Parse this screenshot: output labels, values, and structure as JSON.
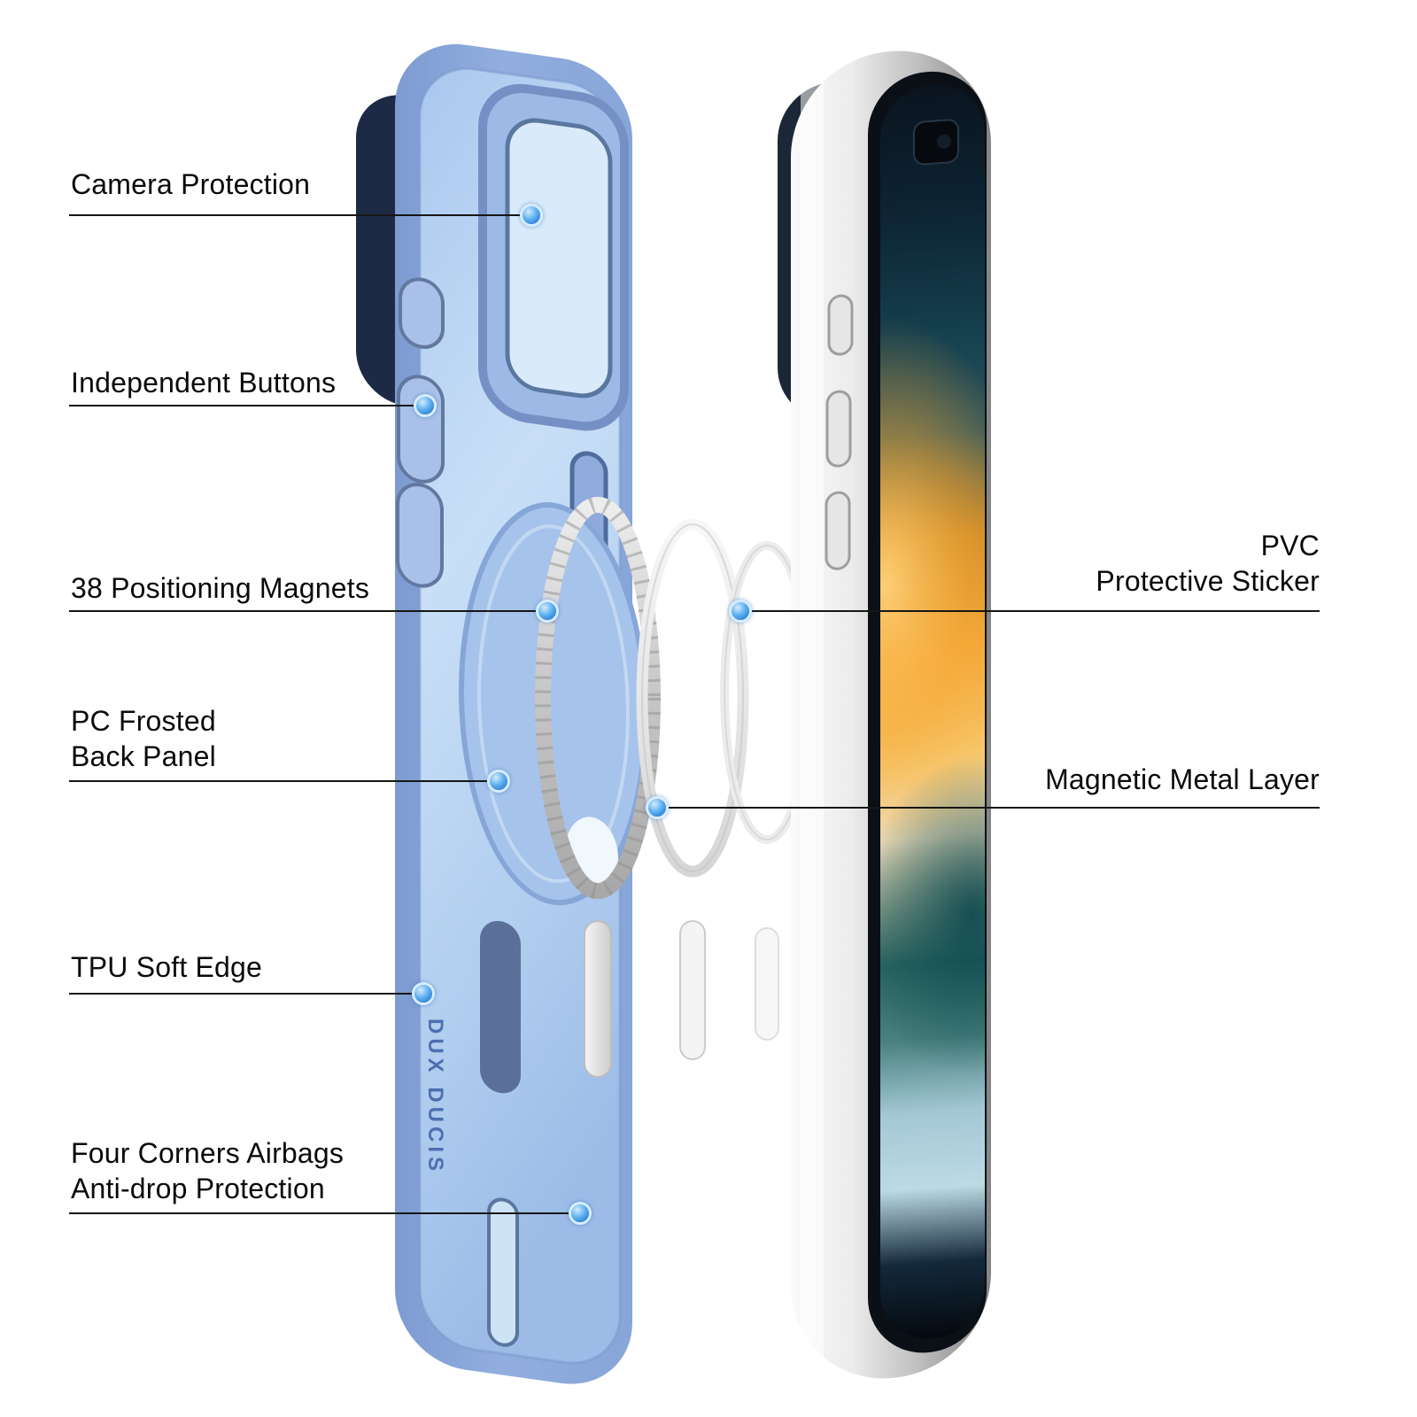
{
  "callouts": {
    "left": [
      {
        "label": "Camera Protection"
      },
      {
        "label": "Independent Buttons"
      },
      {
        "label": "38 Positioning Magnets"
      },
      {
        "label": "PC Frosted\nBack Panel"
      },
      {
        "label": "TPU Soft Edge"
      },
      {
        "label": "Four Corners Airbags\nAnti-drop Protection"
      }
    ],
    "right": [
      {
        "label": "PVC\nProtective Sticker"
      },
      {
        "label": "Magnetic Metal Layer"
      }
    ]
  },
  "branding": {
    "case_logo": "DUX DUCIS"
  },
  "colors": {
    "case_blue": "#8fabdc",
    "case_panel_blue": "#c8dff7",
    "accent_dot_blue": "#1565c8",
    "callout_line": "#161616",
    "phone_frame_silver": "#d8d8d8",
    "screen_orange": "#f2a93c",
    "screen_teal": "#2a6661"
  }
}
